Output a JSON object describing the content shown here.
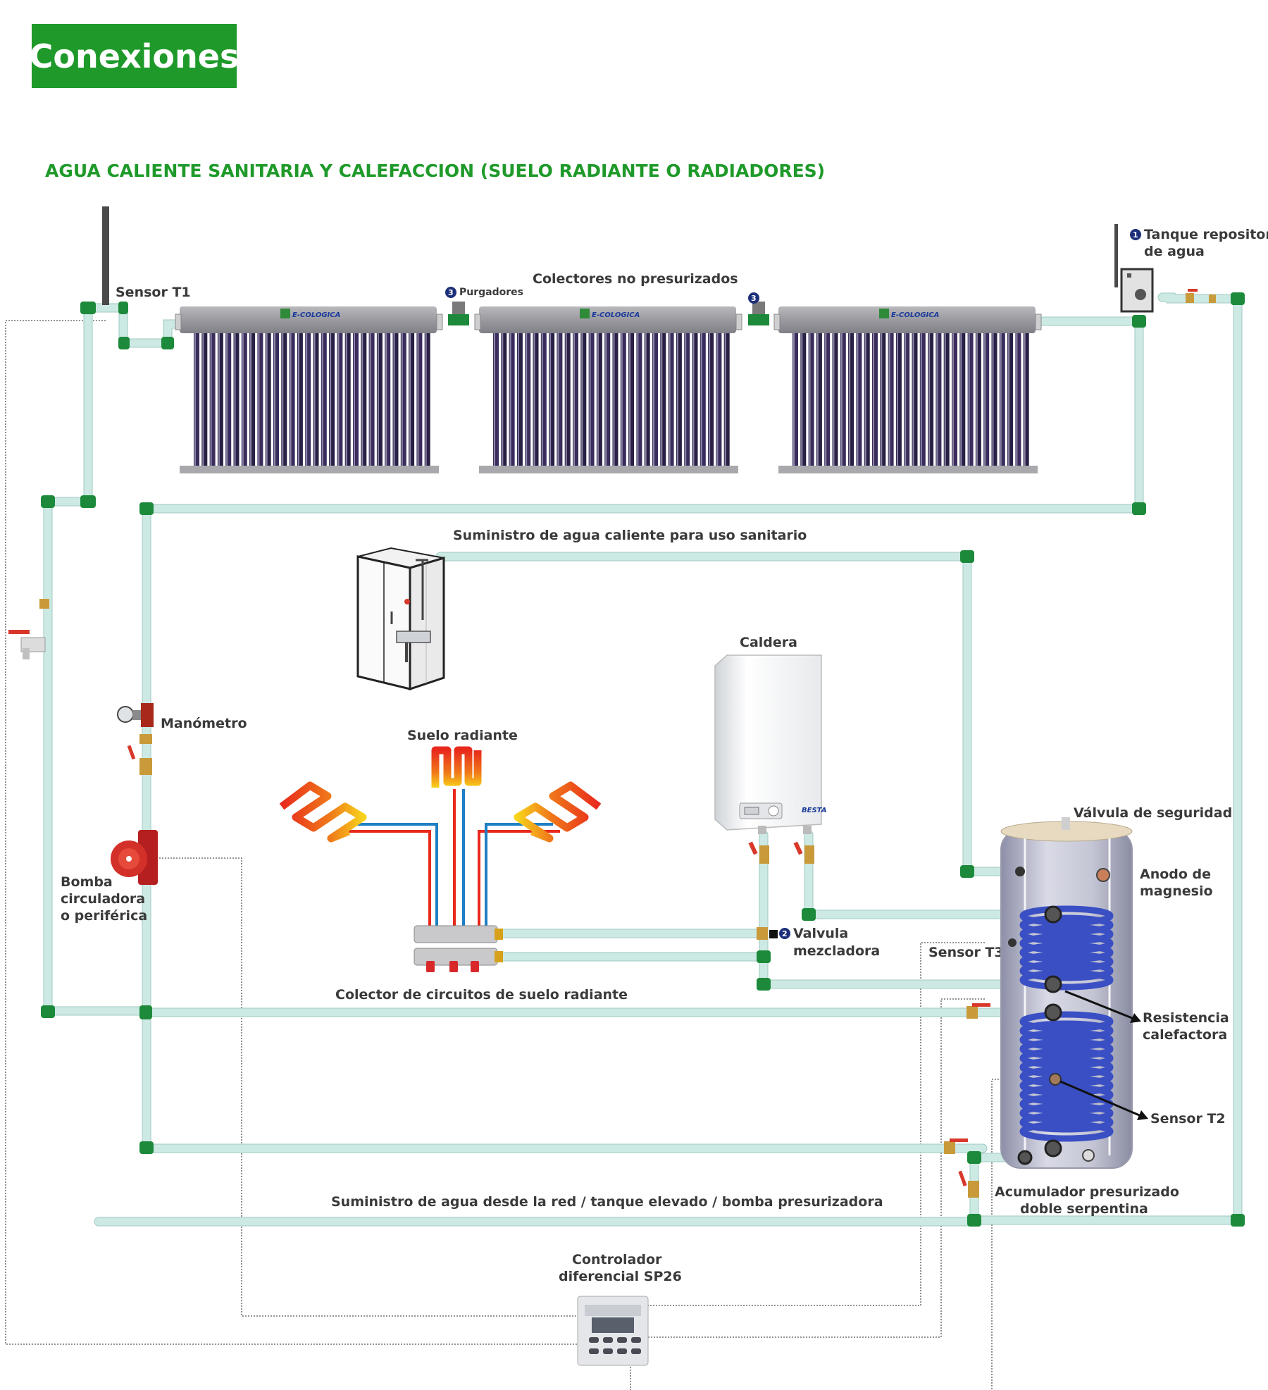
{
  "header": {
    "title": "Conexiones",
    "subtitle": "AGUA CALIENTE SANITARIA Y CALEFACCION (SUELO RADIANTE O RADIADORES)"
  },
  "labels": {
    "sensor_t1": "Sensor T1",
    "purgadores": "Purgadores",
    "purgadores_num": "3",
    "purgador2_num": "3",
    "colectores": "Colectores no presurizados",
    "tanque_num": "1",
    "tanque_line1": "Tanque repositor",
    "tanque_line2": "de agua",
    "acs": "Suministro de agua caliente para uso sanitario",
    "caldera": "Caldera",
    "manometro": "Manómetro",
    "suelo_radiante": "Suelo radiante",
    "valvula_seguridad": "Válvula de seguridad",
    "anodo_line1": "Anodo de",
    "anodo_line2": "magnesio",
    "bomba_line1": "Bomba",
    "bomba_line2": "circuladora",
    "bomba_line3": "o periférica",
    "valvula_mez_num": "2",
    "valvula_mez_line1": "Valvula",
    "valvula_mez_line2": "mezcladora",
    "sensor_t3": "Sensor T3",
    "colector_suelo": "Colector de circuitos de suelo radiante",
    "resistencia_line1": "Resistencia",
    "resistencia_line2": "calefactora",
    "sensor_t2": "Sensor T2",
    "acumulador_line1": "Acumulador presurizado",
    "acumulador_line2": "doble serpentina",
    "suministro_red": "Suministro de agua desde la red / tanque elevado / bomba presurizadora",
    "controlador_line1": "Controlador",
    "controlador_line2": "diferencial SP26"
  },
  "brand": {
    "collector": "E-COLOGICA",
    "boiler": "BESTA"
  },
  "colors": {
    "accent_green": "#1f9a2a",
    "pipe": "#cde9e4",
    "elbow": "#1c8a3a",
    "coil": "#3a4fc4",
    "hot": "#e8291c",
    "cold": "#1f7fc4",
    "badge_number": "#1d2f7a"
  },
  "icons": {
    "collector": "solar-collector-icon",
    "shower": "shower-cabin-icon",
    "boiler": "boiler-icon",
    "pump": "circulation-pump-icon",
    "gauge": "pressure-gauge-icon",
    "tank": "storage-tank-icon",
    "controller": "differential-controller-icon",
    "valve": "ball-valve-icon"
  }
}
